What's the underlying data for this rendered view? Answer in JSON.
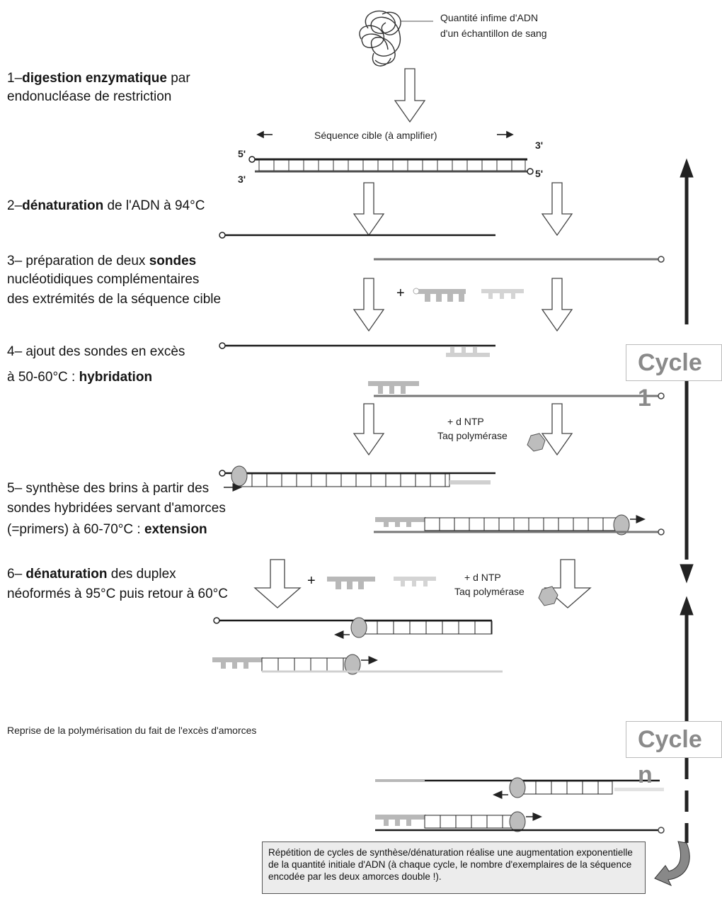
{
  "source_label": {
    "line1": "Quantité infime d'ADN",
    "line2": "d'un échantillon de sang"
  },
  "steps": {
    "s1": {
      "num": "1–",
      "bold": "digestion enzymatique",
      "rest1": " par",
      "line2": "endonucléase de restriction"
    },
    "s2": {
      "num": "2–",
      "bold": "dénaturation",
      "rest": " de l'ADN à 94°C"
    },
    "s3": {
      "line1": "3– préparation de deux ",
      "bold": "sondes",
      "line2": "nucléotidiques complémentaires",
      "line3": "des extrémités de la séquence cible"
    },
    "s4": {
      "line1": "4– ajout des sondes en excès",
      "line2": "à 50-60°C : ",
      "bold": "hybridation"
    },
    "s5": {
      "line1": "5– synthèse des brins à partir des",
      "line2": "sondes hybridées servant d'amorces",
      "line3": "(=primers) à 60-70°C : ",
      "bold": "extension"
    },
    "s6": {
      "num": "6– ",
      "bold": "dénaturation",
      "rest1": " des duplex",
      "line2": "néoformés à 95°C puis retour à 60°C"
    }
  },
  "target_seq_label": "Séquence cible (à amplifier)",
  "end_labels": {
    "top_left": "5'",
    "top_right": "3'",
    "bottom_left": "3'",
    "bottom_right": "5'"
  },
  "plus": "+",
  "dntp": {
    "line1": "+   d NTP",
    "line2": "Taq polymérase"
  },
  "dntp2": {
    "line1": "+   d NTP",
    "line2": "Taq polymérase"
  },
  "reprise": "Reprise de la polymérisation du fait de l'excès d'amorces",
  "cycle1": "Cycle 1",
  "cyclen": "Cycle n",
  "note": "Répétition de cycles de synthèse/dénaturation réalise une augmentation exponentielle de la quantité initiale d'ADN (à chaque cycle, le nombre d'exemplaires de la séquence encodée par les deux amorces double !).",
  "colors": {
    "strand": "#1a1a1a",
    "probe": "#b8b8b8",
    "taq": "#bdbdbd",
    "cycle_text": "#8a8a8a"
  }
}
